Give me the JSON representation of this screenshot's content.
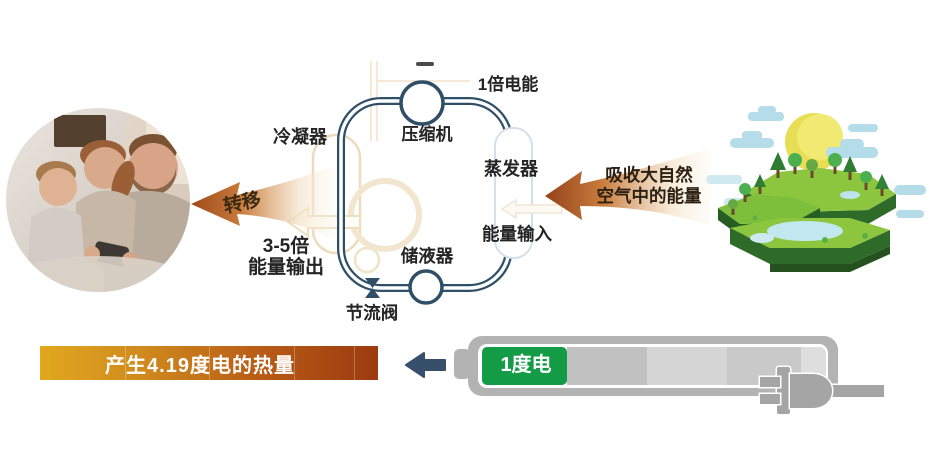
{
  "cycle": {
    "labels": {
      "electric_input": "1倍电能",
      "compressor": "压缩机",
      "condenser": "冷凝器",
      "evaporator": "蒸发器",
      "energy_input": "能量输入",
      "receiver": "储液器",
      "throttle_valve": "节流阀"
    },
    "transfer_label": "转移",
    "output_line1": "3-5倍",
    "output_line2": "能量输出"
  },
  "absorb": {
    "line1": "吸收大自然",
    "line2": "空气中的能量"
  },
  "bottom_row": {
    "heat_output_label": "产生4.19度电的热量",
    "battery_charge_label": "1度电"
  },
  "icons": {
    "family_photo": "family-photo-circle",
    "transfer_arrow": "gradient-left-arrow",
    "absorb_arrow": "gradient-left-arrow",
    "nature": "nature-landscape",
    "flow_arrow": "solid-left-arrow",
    "battery": "battery-bar",
    "plug": "power-plug"
  },
  "colors": {
    "pipe": "#2f4f68",
    "arrow_gradient_dark": "#9e4a1a",
    "bar_gradient_start": "#e1a81e",
    "bar_gradient_end": "#9c3a10",
    "battery_green": "#149b46",
    "flow_arrow_blue": "#36506c"
  }
}
